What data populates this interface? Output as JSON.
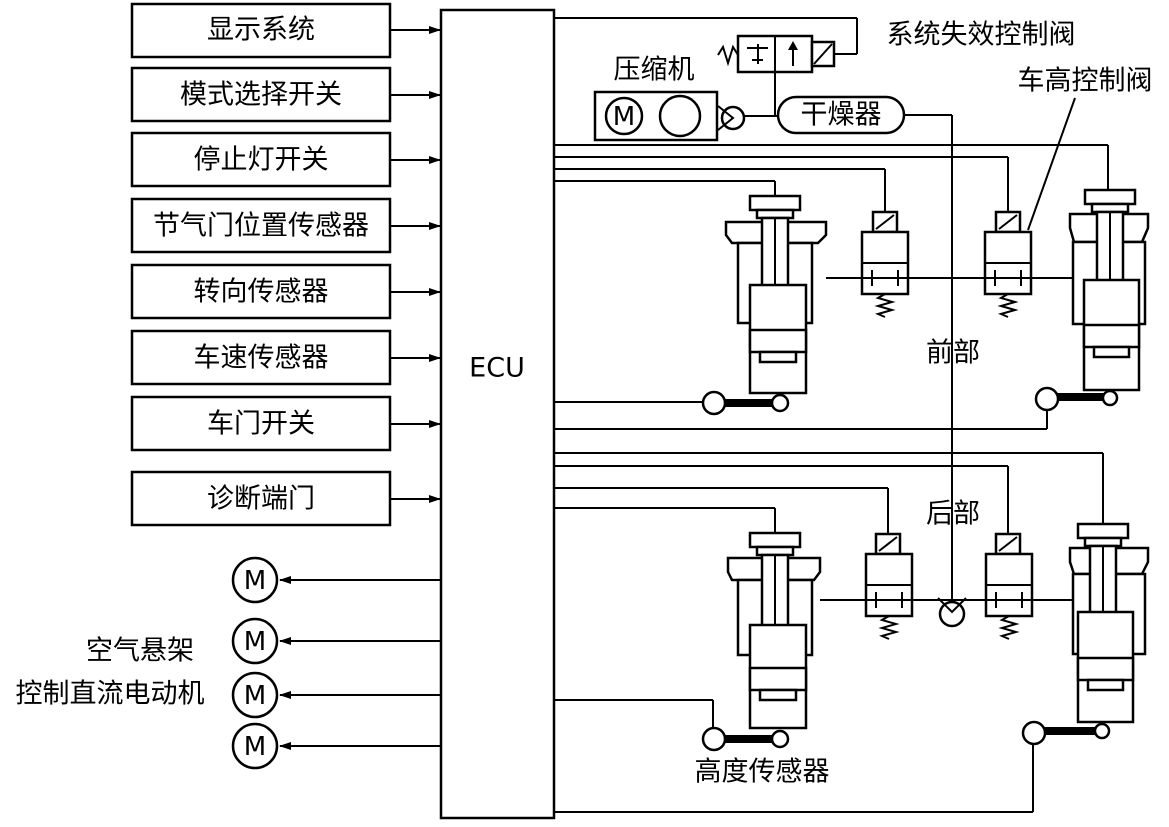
{
  "inputs": [
    "显示系统",
    "模式选择开关",
    "停止灯开关",
    "节气门位置传感器",
    "转向传感器",
    "车速传感器",
    "车门开关",
    "诊断端门"
  ],
  "ecu_label": "ECU",
  "motor_symbol": "M",
  "motor_caption_line1": "空气悬架",
  "motor_caption_line2": "控制直流电动机",
  "compressor_label": "压缩机",
  "dryer_label": "干燥器",
  "fail_valve_label": "系统失效控制阀",
  "height_valve_label": "车高控制阀",
  "front_label": "前部",
  "rear_label": "后部",
  "height_sensor_label": "高度传感器"
}
